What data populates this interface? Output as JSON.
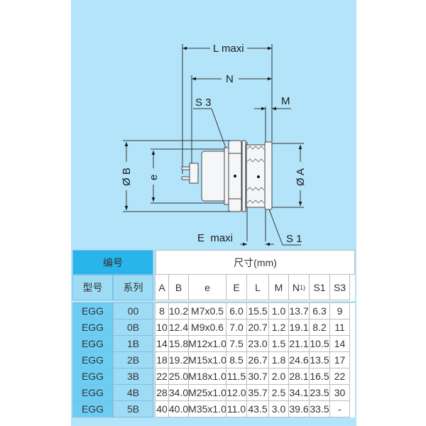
{
  "drawing": {
    "labels": {
      "l_maxi": "L maxi",
      "n": "N",
      "m": "M",
      "s3": "S 3",
      "s1": "S 1",
      "e_maxi": "E  maxi",
      "diam_b": "Ø B",
      "diam_a": "Ø A",
      "e": "e"
    }
  },
  "table": {
    "left_header": "编号",
    "left_subheaders": [
      "型号",
      "系列"
    ],
    "right_header": "尺寸(mm)",
    "columns": [
      "A",
      "B",
      "e",
      "E",
      "L",
      "M",
      "N",
      "S1",
      "S3"
    ],
    "n_superscript": "1)",
    "rows": [
      {
        "model": "EGG",
        "series": "00",
        "A": "8",
        "B": "10.2",
        "e": "M7x0.5",
        "E": "6.0",
        "L": "15.5",
        "M": "1.0",
        "N": "13.7",
        "S1": "6.3",
        "S3": "9"
      },
      {
        "model": "EGG",
        "series": "0B",
        "A": "10",
        "B": "12.4",
        "e": "M9x0.6",
        "E": "7.0",
        "L": "20.7",
        "M": "1.2",
        "N": "19.1",
        "S1": "8.2",
        "S3": "11"
      },
      {
        "model": "EGG",
        "series": "1B",
        "A": "14",
        "B": "15.8",
        "e": "M12x1.0",
        "E": "7.5",
        "L": "23.0",
        "M": "1.5",
        "N": "21.1",
        "S1": "10.5",
        "S3": "14"
      },
      {
        "model": "EGG",
        "series": "2B",
        "A": "18",
        "B": "19.2",
        "e": "M15x1.0",
        "E": "8.5",
        "L": "26.7",
        "M": "1.8",
        "N": "24.6",
        "S1": "13.5",
        "S3": "17"
      },
      {
        "model": "EGG",
        "series": "3B",
        "A": "22",
        "B": "25.0",
        "e": "M18x1.0",
        "E": "11.5",
        "L": "30.7",
        "M": "2.0",
        "N": "28.1",
        "S1": "16.5",
        "S3": "22"
      },
      {
        "model": "EGG",
        "series": "4B",
        "A": "28",
        "B": "34.0",
        "e": "M25x1.0",
        "E": "12.0",
        "L": "35.7",
        "M": "2.5",
        "N": "34.1",
        "S1": "23.5",
        "S3": "30"
      },
      {
        "model": "EGG",
        "series": "5B",
        "A": "40",
        "B": "40.0",
        "e": "M35x1.0",
        "E": "11.0",
        "L": "43.5",
        "M": "3.0",
        "N": "39.6",
        "S1": "33.5",
        "S3": "-"
      }
    ]
  },
  "colors": {
    "panel_bg": "#b3e4fa",
    "header_blue": "#29b4ec",
    "subheader_blue": "#9edcf6",
    "model_cell_blue": "#6ccdf3"
  }
}
